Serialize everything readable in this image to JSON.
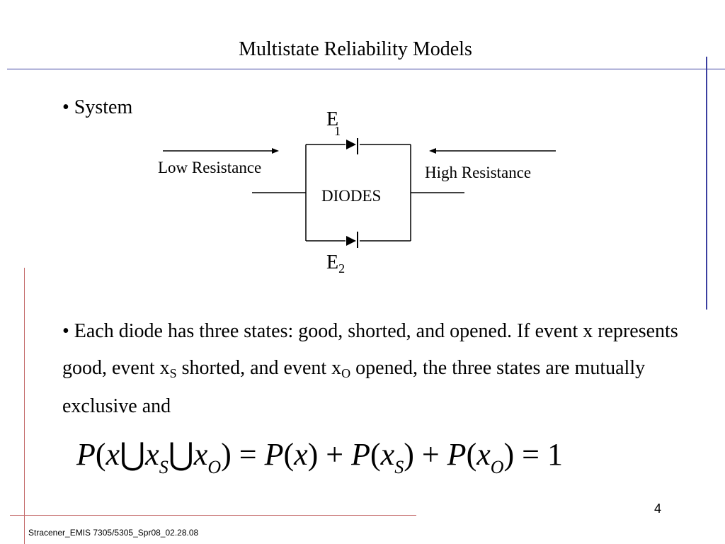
{
  "slide": {
    "title": "Multistate Reliability Models",
    "bullet_system": "• System",
    "diagram": {
      "e1": "E",
      "e1_sub": "1",
      "e2": "E",
      "e2_sub": "2",
      "low_resistance": "Low Resistance",
      "high_resistance": "High Resistance",
      "diodes": "DIODES"
    },
    "paragraph": {
      "part1": "• Each diode has three states: good, shorted, and opened.  If event x represents good, event  x",
      "sub_s": "S",
      "part2": "  shorted, and event x",
      "sub_o": "O",
      "part3": " opened, the three states are mutually exclusive and"
    },
    "formula": {
      "p": "P",
      "x": "x",
      "sub_s": "S",
      "sub_o": "O",
      "union": "⋃",
      "result": "1"
    },
    "page_number": "4",
    "footer": "Stracener_EMIS 7305/5305_Spr08_02.28.08"
  }
}
